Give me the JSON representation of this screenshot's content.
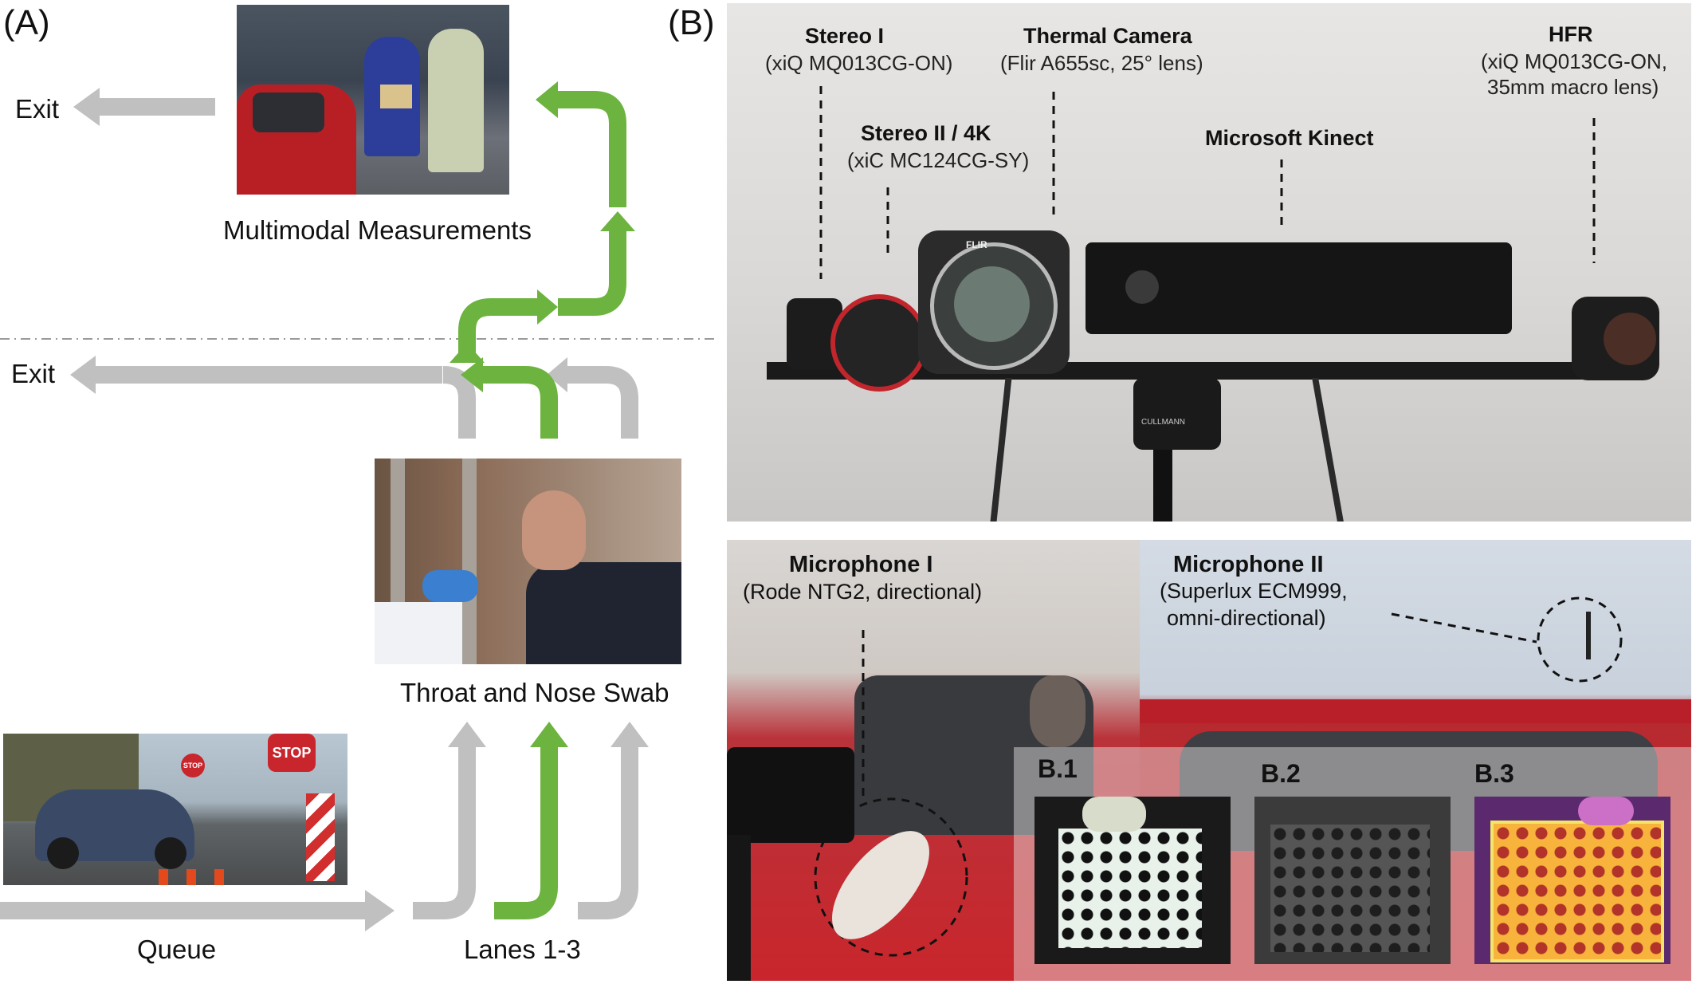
{
  "panel_a": {
    "letter": "(A)",
    "exit_top": "Exit",
    "exit_mid": "Exit",
    "multimodal_caption": "Multimodal Measurements",
    "swab_caption": "Throat and Nose Swab",
    "queue_caption": "Queue",
    "lanes_caption": "Lanes 1-3"
  },
  "panel_b": {
    "letter": "(B)",
    "cameras": {
      "stereo1_title": "Stereo I",
      "stereo1_sub": "(xiQ MQ013CG-ON)",
      "stereo2_title": "Stereo II / 4K",
      "stereo2_sub": "(xiC MC124CG-SY)",
      "thermal_title": "Thermal Camera",
      "thermal_sub": "(Flir A655sc, 25° lens)",
      "kinect_title": "Microsoft Kinect",
      "hfr_title": "HFR",
      "hfr_sub1": "(xiQ MQ013CG-ON,",
      "hfr_sub2": "35mm macro lens)"
    },
    "mic1_title": "Microphone I",
    "mic1_sub": "(Rode NTG2, directional)",
    "mic2_title": "Microphone II",
    "mic2_sub1": "(Superlux ECM999,",
    "mic2_sub2": "omni-directional)",
    "b1": "B.1",
    "b2": "B.2",
    "b3": "B.3",
    "camera_brand": "FLIR",
    "tripod_brand": "CULLMANN"
  },
  "photo_text": {
    "stop_sign_a": "STOP",
    "stop_sign_b": "STOP"
  },
  "colors": {
    "green": "#6db33f",
    "gray": "#c0c0c0",
    "car_red": "#c8262c"
  }
}
